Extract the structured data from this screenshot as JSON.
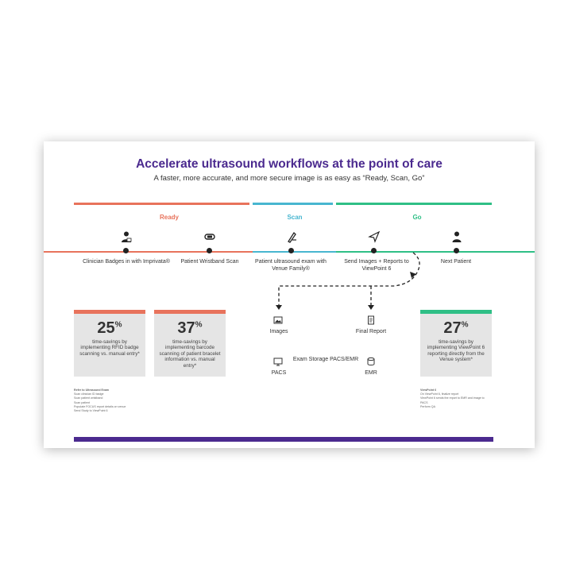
{
  "header": {
    "title": "Accelerate ultrasound workflows at the point of care",
    "subtitle": "A faster, more accurate, and more secure image is as easy as “Ready, Scan, Go”"
  },
  "stages": {
    "ready": "Ready",
    "scan": "Scan",
    "go": "Go"
  },
  "colors": {
    "ready": "#e8735c",
    "scan": "#48b6d0",
    "go": "#2fbf86",
    "accent": "#4b2a8f"
  },
  "steps": [
    {
      "label": "Clinician Badges in with Imprivata®",
      "icon": "clinician-icon"
    },
    {
      "label": "Patient Wristband Scan",
      "icon": "wristband-icon"
    },
    {
      "label": "Patient ultrasound exam with Venue Family®",
      "icon": "probe-icon"
    },
    {
      "label": "Send Images + Reports to ViewPoint 6",
      "icon": "send-icon"
    },
    {
      "label": "Next Patient",
      "icon": "person-icon"
    }
  ],
  "flow": {
    "images": "Images",
    "final_report": "Final Report",
    "storage": "Exam Storage PACS/EMR",
    "pacs": "PACS",
    "emr": "EMR"
  },
  "stats": [
    {
      "value": "25",
      "unit": "%",
      "text": "time-savings by implementing RFID badge scanning vs. manual entry*"
    },
    {
      "value": "37",
      "unit": "%",
      "text": "time-savings by implementing barcode scanning of patient bracelet information vs. manual entry*"
    },
    {
      "value": "27",
      "unit": "%",
      "text": "time-savings by implementing ViewPoint 6 reporting directly from the Venue system*"
    }
  ],
  "notes_left": {
    "heading": "Refer to Ultrasound Exam",
    "lines": [
      "Scan clinician ID badge",
      "Scan patient wristband",
      "Scan patient",
      "Populate FOCUS report details on venue",
      "Send Study to ViewPoint 6"
    ]
  },
  "notes_right": {
    "heading": "ViewPoint 6",
    "lines": [
      "On ViewPoint 6, finalize report",
      "ViewPoint 6 sends the report to EMR and image to PACS",
      "Perform QA"
    ]
  }
}
